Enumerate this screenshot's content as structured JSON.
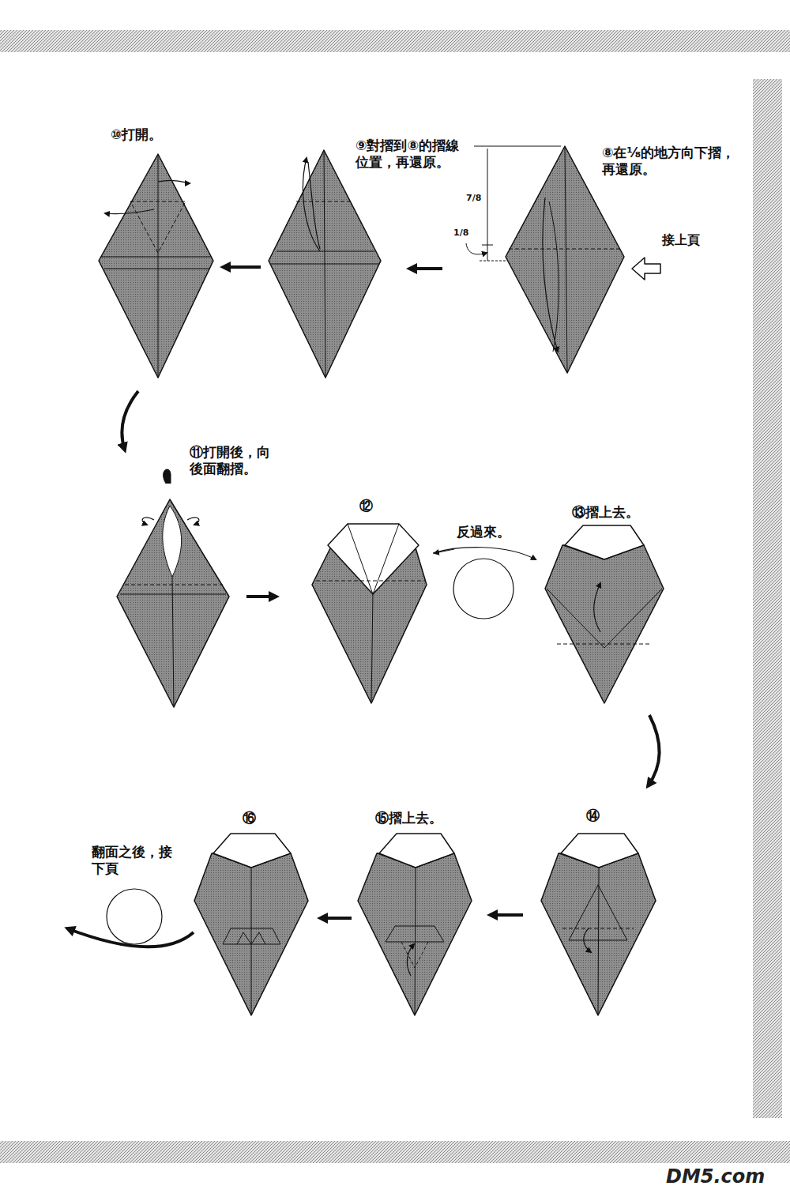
{
  "diagram": {
    "labels": [
      "⑩打開。",
      "⑨對摺到⑧的摺線位置，再還原。",
      "⑧在⅛的地方向下摺，再還原。",
      "7/8",
      "1/8",
      "接上頁",
      "⑪打開後，向後面翻摺。",
      "⑫",
      "反過來。",
      "⑬摺上去。",
      "⑭",
      "⑮摺上去。",
      "⑯",
      "翻面之後，接下頁",
      "DM5.com"
    ]
  }
}
